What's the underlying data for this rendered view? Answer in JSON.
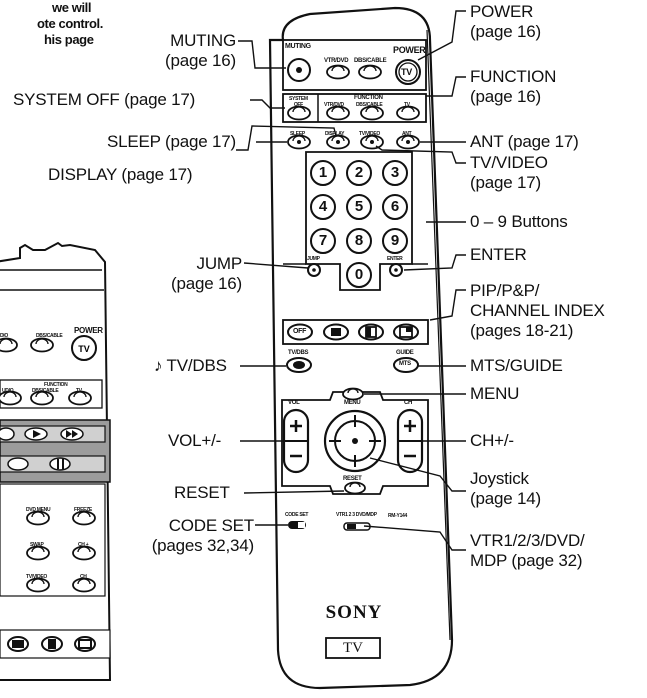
{
  "corner_text": [
    "we will",
    "ote control.",
    "his page"
  ],
  "labels": {
    "muting": [
      "MUTING",
      "(page 16)"
    ],
    "system_off": "SYSTEM OFF (page 17)",
    "sleep": "SLEEP (page 17)",
    "display": "DISPLAY (page 17)",
    "jump": [
      "JUMP",
      "(page 16)"
    ],
    "tv_dbs": "TV/DBS",
    "vol": "VOL+/-",
    "reset": "RESET",
    "code_set": [
      "CODE SET",
      "(pages 32,34)"
    ],
    "power": [
      "POWER",
      "(page 16)"
    ],
    "function": [
      "FUNCTION",
      "(page 16)"
    ],
    "ant": "ANT (page 17)",
    "tv_video": [
      "TV/VIDEO",
      "(page 17)"
    ],
    "digits": "0 – 9 Buttons",
    "enter": "ENTER",
    "pip": [
      "PIP/P&P/",
      "CHANNEL INDEX",
      "(pages 18-21)"
    ],
    "mts_guide": "MTS/GUIDE",
    "menu": "MENU",
    "ch": "CH+/-",
    "joystick": [
      "Joystick",
      "(page 14)"
    ],
    "vtr": [
      "VTR1/2/3/DVD/",
      "MDP (page 32)"
    ]
  },
  "remote": {
    "button_labels": {
      "muting": "MUTING",
      "vtr_dvd": "VTR/DVD",
      "dbs_cable": "DBS/CABLE",
      "power": "POWER",
      "tv": "TV",
      "system_off": [
        "SYSTEM",
        "OFF"
      ],
      "function": "FUNCTION",
      "sleep": "SLEEP",
      "display": "DISPLAY",
      "tv_video": "TV/VIDEO",
      "ant": "ANT",
      "jump": "JUMP",
      "enter": "ENTER",
      "off": "OFF",
      "tv_dbs": "TV/DBS",
      "guide": "GUIDE",
      "mts": "MTS",
      "menu": "MENU",
      "vol": "VOL",
      "ch": "CH",
      "reset": "RESET",
      "code_set": "CODE SET",
      "vtr_switch": "VTR1 2 3 DVD/MDP",
      "model": "RM-Y144"
    },
    "digits": [
      "1",
      "2",
      "3",
      "4",
      "5",
      "6",
      "7",
      "8",
      "9",
      "0"
    ],
    "brand": "SONY",
    "badge": "TV"
  },
  "inset": {
    "power": "POWER",
    "tv": "TV",
    "function": "FUNCTION",
    "dvd_menu": "DVD MENU",
    "freeze": "FREEZE",
    "swap": "SWAP",
    "ch_plus": "CH +",
    "tv_video": "TV/VIDEO",
    "ch": "CH",
    "dbs_cable": "DBS/CABLE",
    "udio": "UDIO",
    "dio": "DIO"
  }
}
